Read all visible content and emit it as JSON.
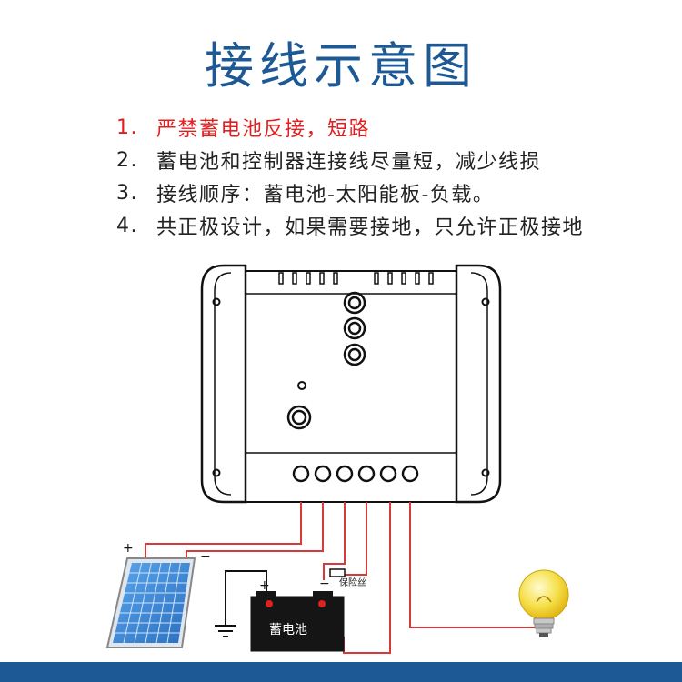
{
  "title": "接线示意图",
  "notes": [
    {
      "num": "1.",
      "text": "严禁蓄电池反接，短路"
    },
    {
      "num": "2.",
      "text": "蓄电池和控制器连接线尽量短，减少线损"
    },
    {
      "num": "3.",
      "text": "接线顺序：蓄电池-太阳能板-负载。"
    },
    {
      "num": "4.",
      "text": "共正极设计，如果需要接地，只允许正极接地"
    }
  ],
  "labels": {
    "panel_plus": "+",
    "panel_minus": "−",
    "battery_plus": "+",
    "battery_minus": "−",
    "battery": "蓄电池",
    "fuse": "保险丝"
  },
  "colors": {
    "title": "#1d5a95",
    "warning": "#e02020",
    "wire": "#d63a3a",
    "bar": "#1d5a95",
    "panel_cell": "#3f8ed9",
    "bulb": "#f6e04a"
  },
  "icons": [
    "solar-panel-icon",
    "battery-icon",
    "fuse-icon",
    "light-bulb-icon",
    "ground-icon",
    "controller-icon"
  ]
}
